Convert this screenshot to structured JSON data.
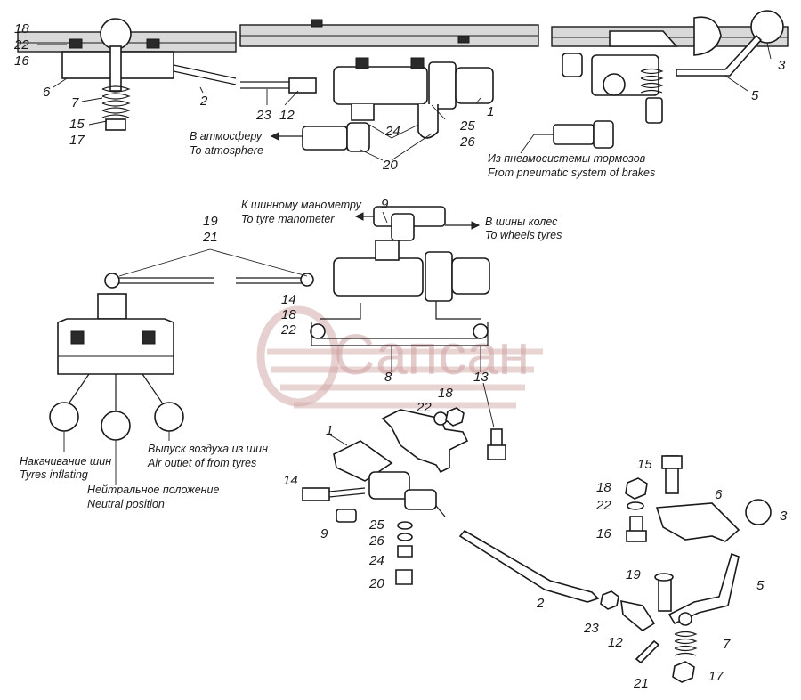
{
  "watermark": {
    "text": "Сапсан",
    "color": "#cfa2a2"
  },
  "callouts": {
    "c18a": "18",
    "c22a": "22",
    "c16a": "16",
    "c6a": "6",
    "c7a": "7",
    "c15a": "15",
    "c17a": "17",
    "c2a": "2",
    "c23a": "23",
    "c12a": "12",
    "c24a": "24",
    "c25a": "25",
    "c26a": "26",
    "c1a": "1",
    "c20a": "20",
    "c3a": "3",
    "c5a": "5",
    "c9a": "9",
    "c19a": "19",
    "c21a": "21",
    "c14a": "14",
    "c18b": "18",
    "c22b": "22",
    "c8a": "8",
    "c13a": "13",
    "c22c": "22",
    "c18c": "18",
    "c1b": "1",
    "c14b": "14",
    "c9b": "9",
    "c25b": "25",
    "c26b": "26",
    "c24b": "24",
    "c20b": "20",
    "c2b": "2",
    "c15b": "15",
    "c18d": "18",
    "c22d": "22",
    "c16b": "16",
    "c6b": "6",
    "c3b": "3",
    "c19b": "19",
    "c5b": "5",
    "c23b": "23",
    "c12b": "12",
    "c7b": "7",
    "c21b": "21",
    "c17b": "17"
  },
  "captions": {
    "atmosphere_ru": "В атмосферу",
    "atmosphere_en": "To atmosphere",
    "brakes_ru": "Из пневмосистемы тормозов",
    "brakes_en": "From pneumatic system of brakes",
    "manometer_ru": "К шинному манометру",
    "manometer_en": "To tyre manometer",
    "wheels_ru": "В шины колес",
    "wheels_en": "To wheels tyres",
    "inflating_ru": "Накачивание шин",
    "inflating_en": "Tyres inflating",
    "neutral_ru": "Нейтральное положение",
    "neutral_en": "Neutral position",
    "outlet_ru": "Выпуск воздуха из шин",
    "outlet_en": "Air outlet of from tyres"
  }
}
